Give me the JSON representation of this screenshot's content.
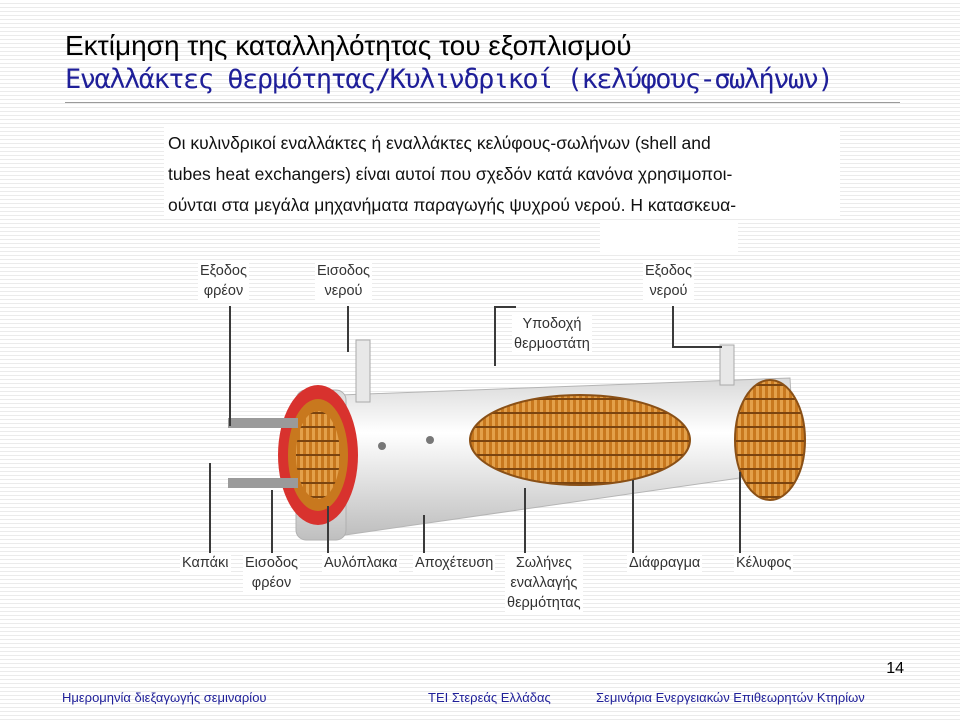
{
  "header": {
    "title_line1": "Εκτίμηση της καταλληλότητας του εξοπλισμού",
    "title_line2": "Εναλλάκτες θερμότητας/Κυλινδρικοί (κελύφους-σωλήνων)"
  },
  "intro": {
    "lines": [
      "Οι κυλινδρικοί εναλλάκτες ή εναλλάκτες κελύφους-σωλήνων (shell and",
      "tubes heat exchangers) είναι αυτοί που σχεδόν κατά κανόνα χρησιμοποι-",
      "ούνται στα μεγάλα μηχανήματα παραγωγής ψυχρού νερού. Η κατασκευα-"
    ]
  },
  "diagram": {
    "labels": {
      "freon_outlet": [
        "Εξοδος",
        "φρέον"
      ],
      "water_inlet": [
        "Εισοδος",
        "νερού"
      ],
      "water_outlet": [
        "Εξοδος",
        "νερού"
      ],
      "thermostat_socket": [
        "Υποδοχή",
        "θερμοστάτη"
      ],
      "cover": [
        "Καπάκι"
      ],
      "freon_inlet": [
        "Εισοδος",
        "φρέον"
      ],
      "tube_sheet": [
        "Αυλόπλακα"
      ],
      "drain": [
        "Αποχέτευση"
      ],
      "heat_exchange_tubes": [
        "Σωλήνες",
        "εναλλαγής",
        "θερμότητας"
      ],
      "baffle": [
        "Διάφραγμα"
      ],
      "shell": [
        "Κέλυφος"
      ]
    },
    "colors": {
      "shell": "#f2f2f2",
      "tubes": "#c8781e",
      "flange": "#d8322e"
    }
  },
  "footer": {
    "left": "Ημερομηνία διεξαγωγής σεμιναρίου",
    "center": "ΤΕΙ Στερεάς Ελλάδας",
    "right": "Σεμινάρια Ενεργειακών Επιθεωρητών Κτηρίων",
    "slide_number": "14"
  }
}
